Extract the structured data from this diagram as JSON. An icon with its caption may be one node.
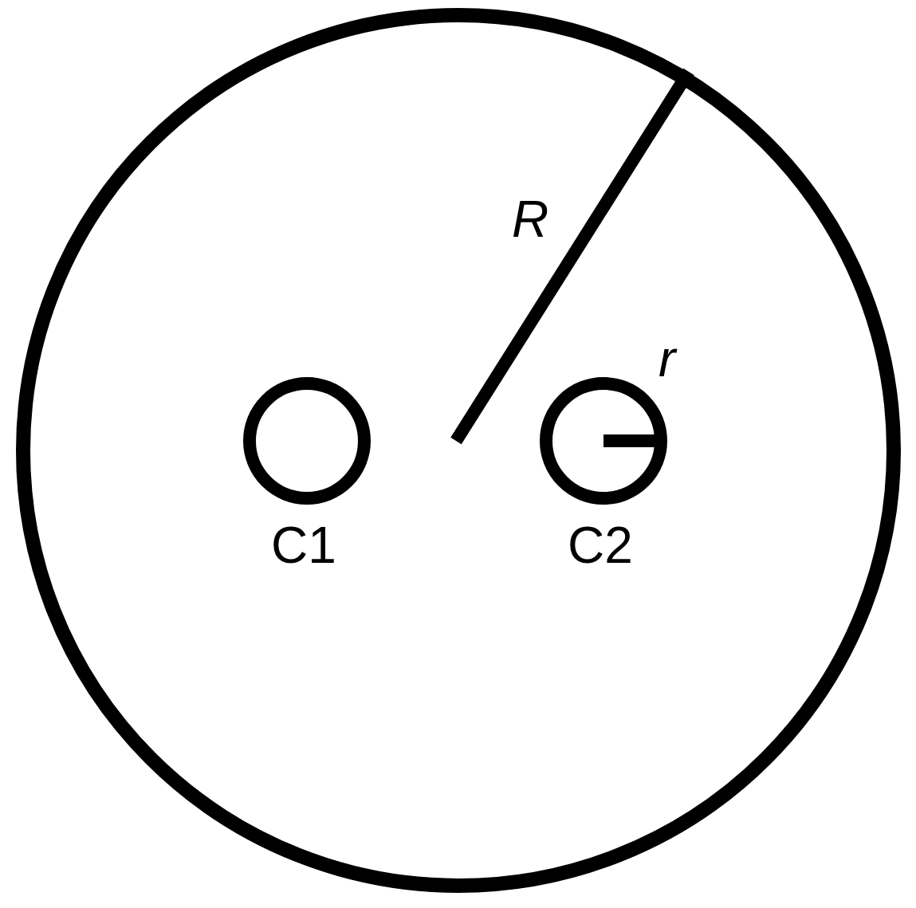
{
  "diagram": {
    "nodes": [
      {
        "text": [],
        "shape": "circle"
      },
      {
        "text": [
          "C1"
        ],
        "in": 0
      },
      {
        "text": [
          "C2"
        ],
        "in": 0
      }
    ],
    "labels": [
      "R",
      "r"
    ]
  }
}
